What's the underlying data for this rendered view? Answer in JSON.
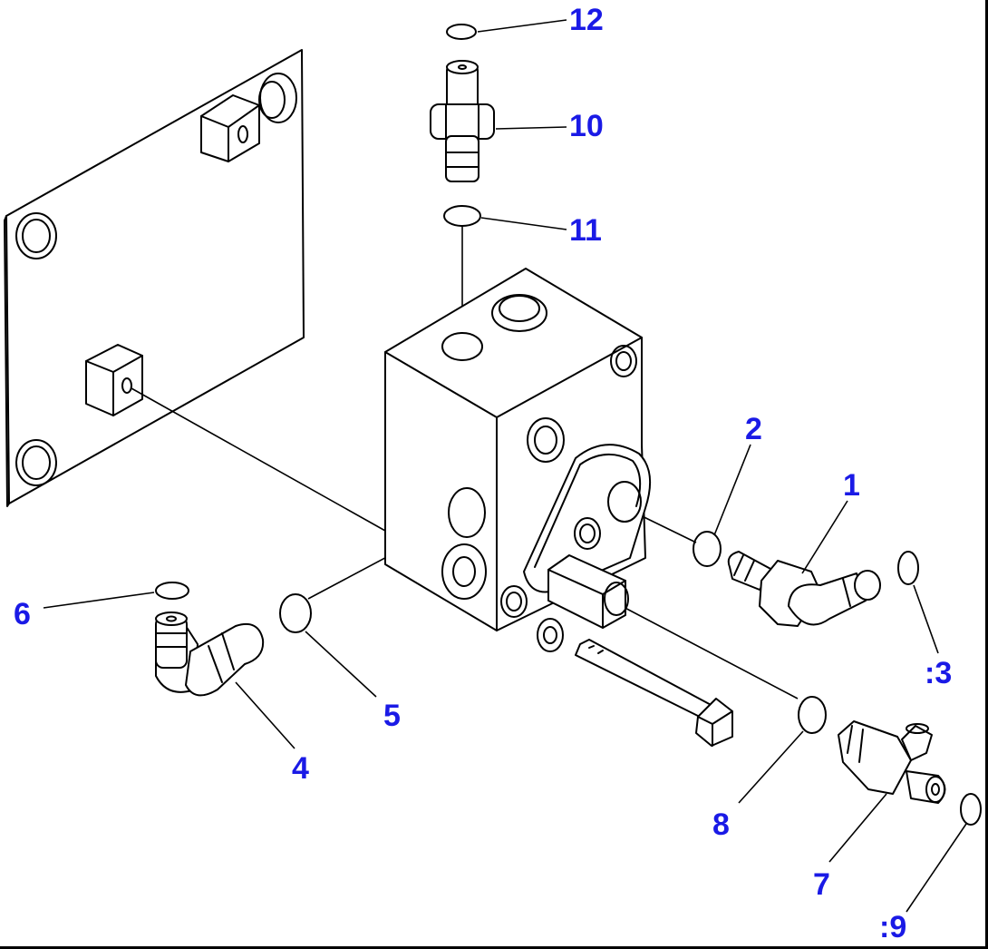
{
  "diagram": {
    "callouts": [
      {
        "id": "1",
        "label": "1"
      },
      {
        "id": "2",
        "label": "2"
      },
      {
        "id": "3",
        "label": ":3"
      },
      {
        "id": "4",
        "label": "4"
      },
      {
        "id": "5",
        "label": "5"
      },
      {
        "id": "6",
        "label": "6"
      },
      {
        "id": "7",
        "label": "7"
      },
      {
        "id": "8",
        "label": "8"
      },
      {
        "id": "9",
        "label": ":9"
      },
      {
        "id": "10",
        "label": "10"
      },
      {
        "id": "11",
        "label": "11"
      },
      {
        "id": "12",
        "label": "12"
      }
    ],
    "colors": {
      "callout_text": "#1a1ae6",
      "line_art": "#000000",
      "background": "#ffffff"
    }
  }
}
